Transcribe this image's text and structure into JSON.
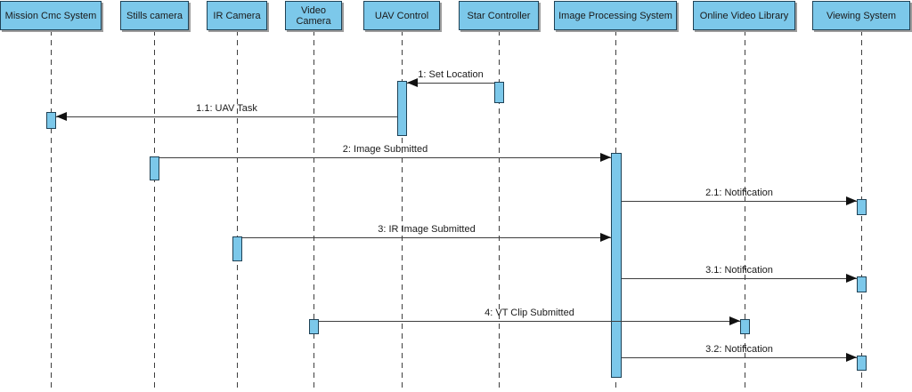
{
  "diagram": {
    "type": "uml-sequence-diagram"
  },
  "colors": {
    "actor_fill": "#7cc8ea",
    "actor_border": "#1f4256",
    "message_line": "#3e3e3e",
    "arrowhead": "#111111",
    "background": "#ffffff"
  },
  "actors": [
    {
      "label": "Mission Cmc System"
    },
    {
      "label": "Stills camera"
    },
    {
      "label": "IR Camera"
    },
    {
      "label": "Video Camera"
    },
    {
      "label": "UAV Control"
    },
    {
      "label": "Star Controller"
    },
    {
      "label": "Image Processing System"
    },
    {
      "label": "Online Video Library"
    },
    {
      "label": "Viewing System"
    }
  ],
  "messages": [
    {
      "label": "1: Set Location",
      "from": "Star Controller",
      "to": "UAV Control",
      "direction": "left"
    },
    {
      "label": "1.1: UAV Task",
      "from": "UAV Control",
      "to": "Mission Cmc System",
      "direction": "left"
    },
    {
      "label": "2: Image Submitted",
      "from": "Stills camera",
      "to": "Image Processing System",
      "direction": "right"
    },
    {
      "label": "2.1: Notification",
      "from": "Image Processing System",
      "to": "Viewing System",
      "direction": "right"
    },
    {
      "label": "3: IR Image Submitted",
      "from": "IR Camera",
      "to": "Image Processing System",
      "direction": "right"
    },
    {
      "label": "3.1: Notification",
      "from": "Image Processing System",
      "to": "Viewing System",
      "direction": "right"
    },
    {
      "label": "4: VT Clip Submitted",
      "from": "Video Camera",
      "to": "Online Video Library",
      "direction": "right"
    },
    {
      "label": "3.2: Notification",
      "from": "Image Processing System",
      "to": "Viewing System",
      "direction": "right"
    }
  ]
}
